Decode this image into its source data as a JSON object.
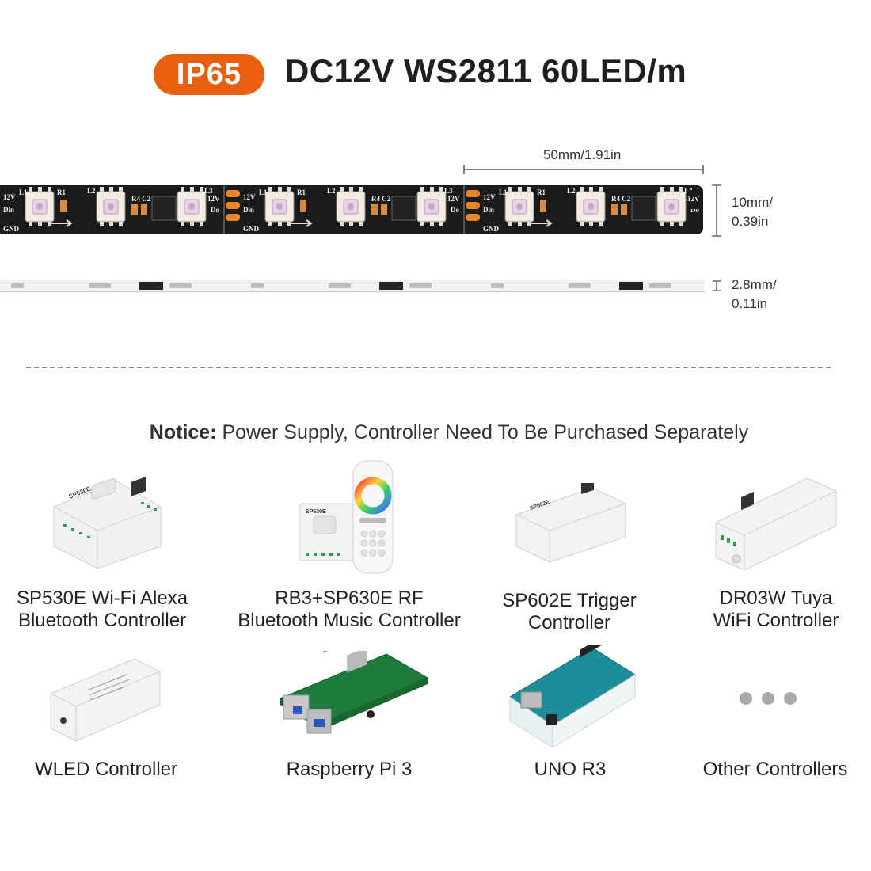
{
  "header": {
    "badge": "IP65",
    "title": "DC12V WS2811 60LED/m"
  },
  "dimensions": {
    "length": "50mm/1.91in",
    "width_line1": "10mm/",
    "width_line2": "0.39in",
    "thickness_line1": "2.8mm/",
    "thickness_line2": "0.11in"
  },
  "strip_markings": {
    "voltage": "12V",
    "data_in": "Din",
    "data_out": "Do",
    "ground": "GND",
    "resistor_1": "R1",
    "resistor_4": "R4",
    "capacitor": "C2",
    "led_1": "L1",
    "led_2": "L2",
    "led_3": "L3"
  },
  "notice": {
    "label": "Notice:",
    "text": " Power Supply, Controller Need To Be Purchased Separately"
  },
  "products": [
    {
      "line1": "SP530E Wi-Fi Alexa",
      "line2": "Bluetooth Controller",
      "device_text": "SP530E"
    },
    {
      "line1": "RB3+SP630E RF",
      "line2": "Bluetooth Music Controller",
      "device_text": "SP630E"
    },
    {
      "line1": "SP602E Trigger",
      "line2": "Controller",
      "device_text": "SP602E"
    },
    {
      "line1": "DR03W Tuya",
      "line2": "WiFi Controller"
    },
    {
      "line1": "WLED Controller"
    },
    {
      "line1": "Raspberry Pi 3"
    },
    {
      "line1": "UNO R3"
    },
    {
      "line1": "Other Controllers"
    }
  ],
  "colors": {
    "badge": "#e8600f",
    "strip": "#1b1b1b",
    "pad": "#e8852a",
    "pcb_green": "#1f7a3d",
    "arduino_teal": "#1a8f9a"
  }
}
